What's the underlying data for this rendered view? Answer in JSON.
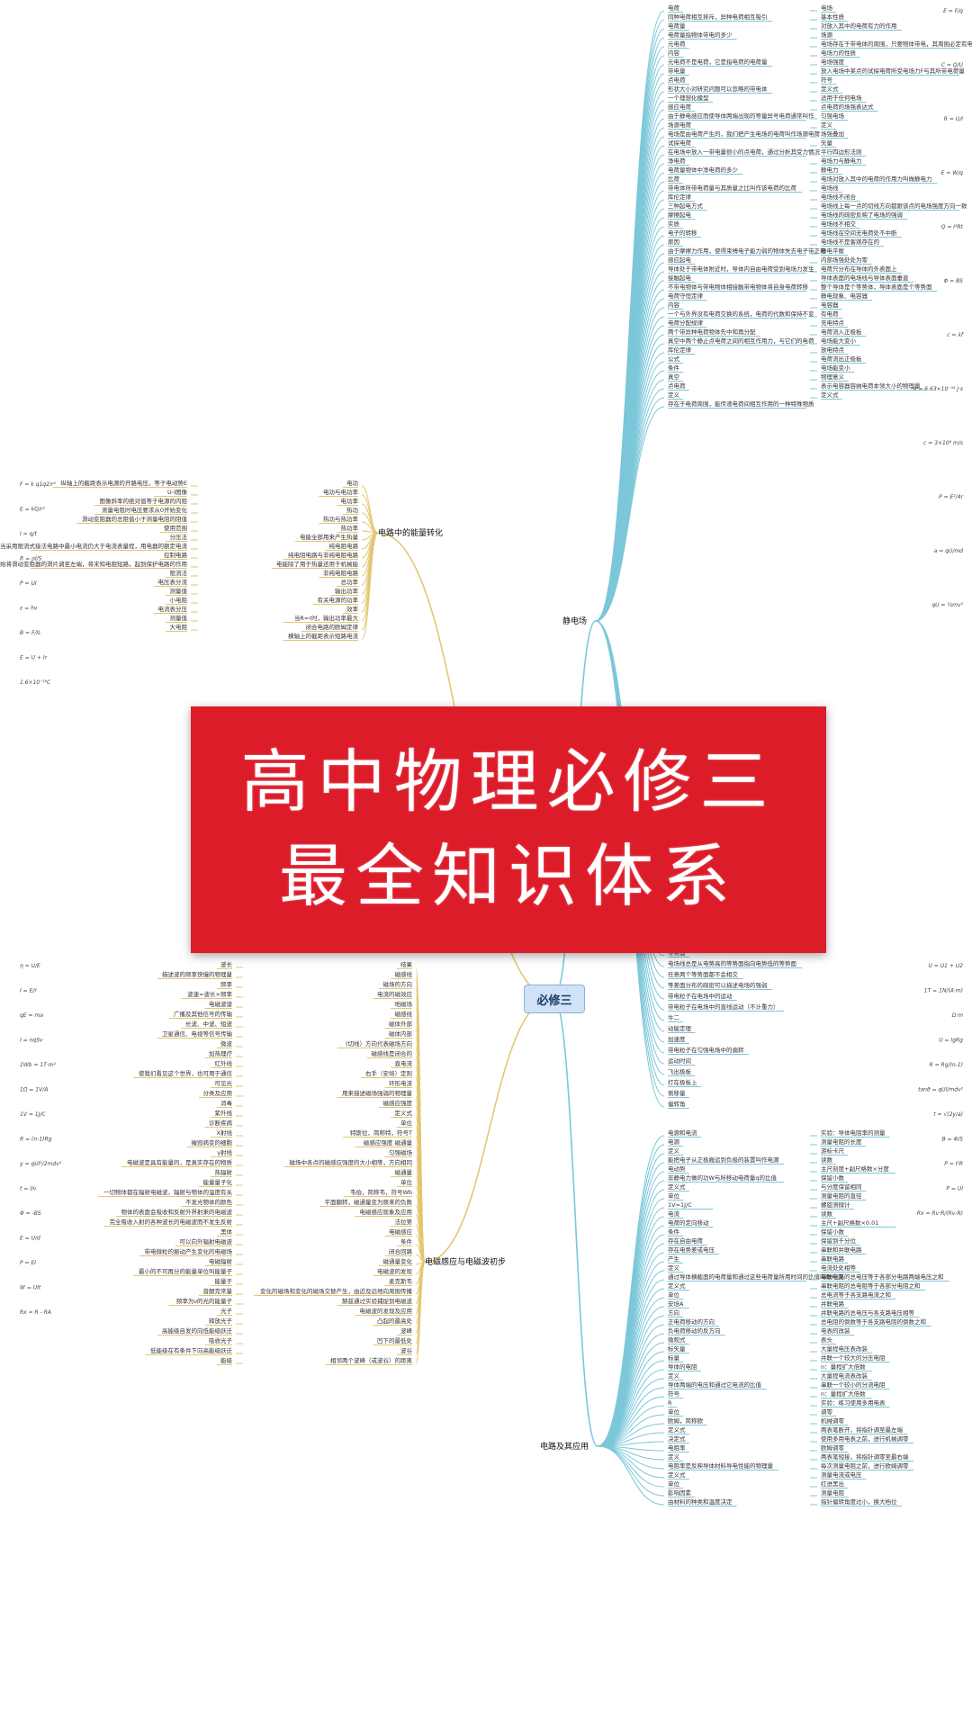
{
  "banner": {
    "line1": "高中物理必修三",
    "line2": "最全知识体系"
  },
  "center": "必修三",
  "branches": {
    "electrostatics": "静电场",
    "circuits": "电路及其应用",
    "energy": "电路中的能量转化",
    "em_induction": "电磁感应与电磁波初步"
  },
  "right_top": [
    "电荷",
    "同种电荷相互排斥，异种电荷相互吸引",
    "电荷量",
    "电荷量指物体带电的多少",
    "元电荷",
    "内容",
    "元电荷不是电荷，它是指电荷的电荷量",
    "带电量",
    "点电荷",
    "形状大小对研究问题可以忽略的带电体",
    "一个理想化模型",
    "感应电荷",
    "由于静电感应而使导体两端出现的等量异号电荷通常叫作",
    "场源电荷",
    "电场是由电荷产生的，我们把产生电场的电荷叫作场源电荷",
    "试探电荷",
    "在电场中放入一带电量很小的点电荷，通过分析其受力情况",
    "净电荷",
    "电荷量物体中净电荷的多少",
    "比荷",
    "带电体所带电荷量与其质量之比叫作该电荷的比荷",
    "库伦定律",
    "三种起电方式",
    "摩擦起电",
    "实质",
    "电子的转移",
    "原因",
    "由于摩擦力作用，使得束缚电子能力弱的物体失去电子带正电",
    "感应起电",
    "导体处于带电体附近时，导体内自由电荷受到电场力发生",
    "接触起电",
    "不带电物体与带电物体相接触带电物体将自身电荷转移",
    "电荷守恒定律",
    "内容",
    "一个与外界没有电荷交换的系统，电荷的代数和保持不变",
    "电荷分配规律",
    "两个带异种电荷物体先中和再分配",
    "真空中两个静止点电荷之间的相互作用力，与它们的电荷",
    "库伦定律",
    "公式",
    "条件",
    "真空",
    "点电荷",
    "定义",
    "存在于电荷周围，能传递电荷间相互作用的一种特殊物质",
    "电场",
    "基本性质",
    "对放入其中的电荷有力的作用",
    "场源",
    "电场存在于带电体的周围，只要物体带电，其周围必定有电场",
    "电场力的性质",
    "电场强度",
    "放入电场中某点的试探电荷所受电场力F与其所带电荷量",
    "符号",
    "定义式",
    "适用于任何电场",
    "点电荷的场强表达式",
    "匀强电场",
    "定义",
    "场强叠加",
    "矢量",
    "平行四边形法则",
    "电场力与静电力",
    "静电力",
    "电场对放入其中的电荷的作用力叫做静电力",
    "电场线",
    "电场线不闭合",
    "电场线上每一点的切线方向都跟该点的电场强度方向一致",
    "电场线的疏密反映了电场的强弱",
    "电场线不相交",
    "电场线在空间无电荷处不中断",
    "电场线不是客观存在的",
    "静电平衡",
    "内部场强处处为零",
    "电荷只分布在导体的外表面上",
    "导体表面的电场线与导体表面垂直",
    "整个导体是个等势体，导体表面是个等势面",
    "静电现象、电容器",
    "电容器",
    "有电荷",
    "充电特点",
    "电荷流入正极板",
    "电场能大变小",
    "放电特点",
    "电荷流出正极板",
    "电场能变小",
    "物理意义",
    "表示电容器容纳电荷本领大小的物理量",
    "定义式"
  ],
  "right_mid": [
    "等势面",
    "电场线总是从电势高的等势面指向电势低的等势面",
    "任意两个等势面都不会相交",
    "等差面分布的疏密可以描述电场的强弱",
    "带电粒子在电场中的运动",
    "带电粒子在电场中的直线运动（不计重力）",
    "牛二",
    "动能定理",
    "加速度",
    "带电粒子在匀强电场中的偏转",
    "运动时间",
    "飞出极板",
    "打在极板上",
    "侧移量",
    "偏转角"
  ],
  "right_bottom": [
    "电源和电流",
    "电源",
    "定义",
    "能把电子从正极搬运到负极的装置叫作电源",
    "电动势",
    "非静电力做的功W与所移动电荷量q的比值",
    "定义式",
    "单位",
    "1V=1J/C",
    "电流",
    "电荷的定向移动",
    "条件",
    "存在自由电荷",
    "存在电势差或电压",
    "产生",
    "定义",
    "通过导体横截面的电荷量和通过这些电荷量所用时间的比值叫做电流",
    "定义式",
    "单位",
    "安培A",
    "方向",
    "正电荷移动的方向",
    "负电荷移动的反方向",
    "微观式",
    "标矢量",
    "标量",
    "导体的电阻",
    "定义",
    "导体两端的电压和通过它电流的比值",
    "符号",
    "R",
    "单位",
    "欧姆，简称欧",
    "定义式",
    "决定式",
    "电阻率",
    "定义",
    "电阻率是反映导体材料导电性能的物理量",
    "定义式",
    "单位",
    "影响因素",
    "由材料的种类和温度决定",
    "实验：导体电阻率的测量",
    "测量电阻的长度",
    "游标卡尺",
    "读数",
    "主尺刻度+副尺格数×分度",
    "保留小数",
    "与分度保留相同",
    "测量电阻的直径",
    "螺旋测微计",
    "读数",
    "主尺+副尺格数×0.01",
    "保留小数",
    "保留到千分位",
    "串联和并联电路",
    "串联电路",
    "电流处处相等",
    "串联电路的总电压等于各部分电路两端电压之和",
    "串联电阻的总电阻等于各部分电阻之和",
    "总电流等于各支路电流之和",
    "并联电路",
    "并联电路的总电压与各支路电压相等",
    "总电阻的倒数等于各支路电阻的倒数之和",
    "电表的改装",
    "表头",
    "大量程电压表改装",
    "并联一个较大的分压电阻",
    "n：量程扩大倍数",
    "大量程电流表改装",
    "串联一个较小的分流电阻",
    "n：量程扩大倍数",
    "实验：练习使用多用电表",
    "调零",
    "机械调零",
    "两表笔断开，将指针调至最左端",
    "使用多用电表之前，进行机械调零",
    "欧姆调零",
    "两表笔短接，将指针调零至最右端",
    "每次测量电阻之前，进行欧姆调零",
    "测量电流或电压",
    "红进黑出",
    "测量电阻",
    "指针偏转角度过小，换大档位"
  ],
  "left_top": [
    "电功",
    "电功与电功率",
    "电功率",
    "热功",
    "热功与热功率",
    "热功率",
    "电能全部用来产生热量",
    "纯电阻电路",
    "纯电阻电路与非纯电阻电路",
    "电能除了用于热量还用于机械能",
    "非纯电阻电路",
    "总功率",
    "输出功率",
    "有关电源的功率",
    "效率",
    "当R=r时，输出功率最大",
    "闭合电路的欧姆定律",
    "横轴上的截距表示短路电流",
    "纵轴上的截距表示电源的开路电压，等于电动势E",
    "U-I图像",
    "图像斜率的绝对值等于电源的内阻",
    "测量电阻时电压要求从0开始变化",
    "滑动变阻器的总阻值小于测量电阻的阻值",
    "使用范围",
    "分压法",
    "当采用限流式接法电路中最小电流仍大于电流表量程，用电器的额定电流",
    "控制电路",
    "一开始将滑动变阻器的滑片调至左端，将末知电阻短路，起到保护电路的作用",
    "限流法",
    "电压表分流",
    "测量值",
    "小电阻",
    "电流表分压",
    "测量值",
    "大电阻"
  ],
  "left_bottom": [
    "结果",
    "磁感线",
    "磁场的方向",
    "电流的磁效应",
    "地磁场",
    "磁感线",
    "磁体外部",
    "磁体内部",
    "(切线）方向代表磁场方向",
    "磁感线是闭合的",
    "直电流",
    "右手（安培）定则",
    "环形电流",
    "用来描述磁场强弱的物理量",
    "磁感应强度",
    "定义式",
    "单位",
    "特斯拉，简称特，符号T",
    "磁感应强度 磁通量",
    "匀强磁场",
    "磁场中各点的磁感应强度的大小相等，方向相同",
    "磁通量",
    "单位",
    "韦伯，简称韦，符号Wb",
    "平面翻转，磁通量变为原来的负数",
    "电磁感应现象及应用",
    "法拉第",
    "电磁感应",
    "条件",
    "闭合回路",
    "磁通量变化",
    "电磁波的发现",
    "麦克斯韦",
    "变化的磁场和变化的磁场交替产生，由近及远地向周围传播",
    "赫兹通过实验捕捉到电磁波",
    "电磁波的发现及应用",
    "凸起的最高处",
    "波峰",
    "凹下的最低处",
    "波谷",
    "相邻两个波峰（或波谷）的距离",
    "波长",
    "描述波的频率快慢的物理量",
    "频率",
    "波速=波长×频率",
    "电磁波谱",
    "广播及其他信号的传输",
    "长波、中波、短波",
    "卫星通信、电视等信号传输",
    "微波",
    "加热理疗",
    "红外线",
    "使我们看见这个世界，也可用于通信",
    "可见光",
    "分类及应用",
    "消毒",
    "紫外线",
    "诊断疾病",
    "X射线",
    "摧毁病变的细胞",
    "γ射线",
    "电磁波是具有能量的，是真实存在的物质",
    "热辐射",
    "能量量子化",
    "一切物体都在辐射电磁波，辐射与物体的温度有关",
    "不发光物体的颜色",
    "物体的表面会吸收和反射外界射来的电磁波",
    "完全吸收入射的各种波长的电磁波而不发生反射",
    "黑体",
    "可以向外辐射电磁波",
    "带电微粒的振动产生变化的电磁场",
    "电磁辐射",
    "最小的不可再分的能量单位叫能量子",
    "能量子",
    "普朗克常量",
    "频率为ν的光的能量子",
    "光子",
    "释放光子",
    "高能级自发的向低能级跃迁",
    "吸收光子",
    "低能级在有条件下向高能级跃迁",
    "能级"
  ],
  "formulas": {
    "coulomb": "F = k q1q2/r²",
    "field_def": "E = F/q",
    "point_field": "E = kQ/r²",
    "capacitance": "C = Q/U",
    "current": "I = q/t",
    "resistance": "R = U/I",
    "resistivity": "R = ρl/S",
    "emf": "E = W/q",
    "power_elec": "P = UI",
    "joule": "Q = I²Rt",
    "energy_quantum": "ε = hν",
    "flux": "Φ = BS",
    "b_field": "B = F/IL",
    "wave": "c = λf",
    "ohm_closed": "E = U + Ir",
    "planck": "h = 6.63×10⁻³⁴ J·s",
    "charge_e": "1.6×10⁻¹⁹C",
    "speed_light": "c = 3×10⁸ m/s",
    "efficiency": "η = U/E",
    "max_power": "P = E²/4r",
    "short_circuit": "I = E/r",
    "accel": "a = qU/md",
    "newton2": "qE = ma",
    "kinetic": "qU = ½mv²",
    "drift": "I = nqSv",
    "series_v": "U = U1 + U2",
    "wb_unit": "1Wb = 1T·m²",
    "t_unit": "1T = 1N/(A·m)",
    "ohm_unit": "1Ω = 1V/A",
    "res_unit": "Ω·m",
    "volt_def": "1V = 1J/C",
    "gauge": "U = IgRg",
    "volt_mult": "R = (n-1)Rg",
    "amm_shunt": "R = Rg/(n-1)",
    "deflect_y": "y = qUl²/2mdv²",
    "deflect_tan": "tanθ = qUl/mdv²",
    "time_fly": "t = l/v",
    "time_hit": "t = √(2y/a)",
    "neg_flux": "Φ = -BS",
    "gauss": "B = Φ/S",
    "field_u": "E = U/d",
    "heat_p": "P = I²R",
    "p_total": "P = EI",
    "p_out": "P = UI",
    "power_w": "W = UIt",
    "rx_meas_small": "Rx = Rv·R/(Rv-R)",
    "rx_meas_big": "Rx = R - RA"
  }
}
